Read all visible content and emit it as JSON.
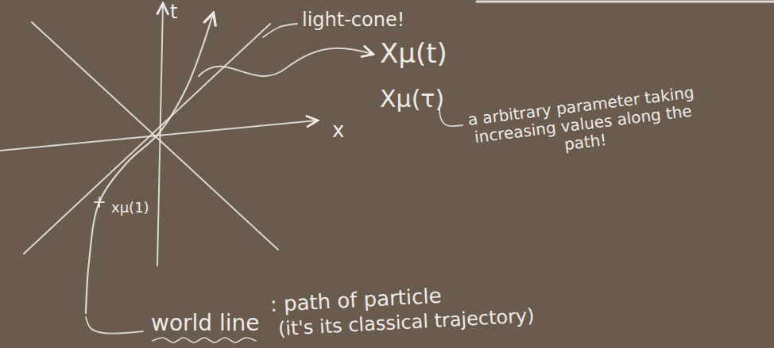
{
  "diagram": {
    "labels": [
      "t",
      "light-cone!",
      "Xμ(t)",
      "x",
      "Xμ(τ)",
      "a arbitrary parameter taking increasing values along the path!",
      "xμ(1)",
      "world line",
      ": path of particle",
      "(it's its classical trajectory)"
    ]
  }
}
